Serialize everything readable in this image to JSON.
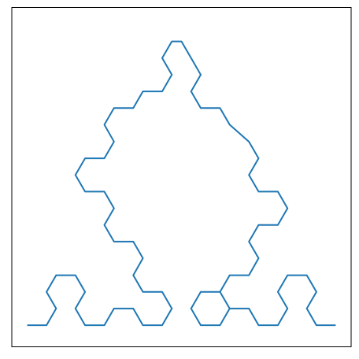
{
  "colors": {
    "line": "#1f77b4",
    "frame": "#000000",
    "background": "#ffffff"
  },
  "chart_data": {
    "type": "line",
    "title": "",
    "xlabel": "",
    "ylabel": "",
    "axes_visible": false,
    "grid": false,
    "legend": "none",
    "xlim": [
      -0.05,
      1.05
    ],
    "ylim": [
      -0.07,
      1.03
    ],
    "series": [
      {
        "x": [
          0.0,
          0.0625,
          0.09375,
          0.0625,
          0.09375,
          0.15625,
          0.1875,
          0.15625,
          0.1875,
          0.25,
          0.28125,
          0.34375,
          0.375,
          0.4375,
          0.46875,
          0.4375,
          0.375,
          0.34375,
          0.375,
          0.34375,
          0.28125,
          0.25,
          0.28125,
          0.25,
          0.1875,
          0.15625,
          0.1875,
          0.25,
          0.28125,
          0.25,
          0.28125,
          0.34375,
          0.375,
          0.4375,
          0.46875,
          0.4375,
          0.46875,
          0.5,
          0.53125,
          0.5625,
          0.53125,
          0.5625,
          0.625,
          0.65625,
          0.71875,
          0.75,
          0.71875,
          0.75,
          0.8125,
          0.84375,
          0.8125,
          0.75,
          0.71875,
          0.75,
          0.71875,
          0.65625,
          0.625,
          0.65625,
          0.625,
          0.5625,
          0.53125,
          0.5625,
          0.625,
          0.65625,
          0.71875,
          0.75,
          0.8125,
          0.84375,
          0.8125,
          0.84375,
          0.90625,
          0.9375,
          0.90625,
          0.9375,
          1.0
        ],
        "y": [
          0.0,
          0.0,
          0.054,
          0.108,
          0.162,
          0.162,
          0.108,
          0.054,
          0.0,
          0.0,
          0.054,
          0.054,
          0.0,
          0.0,
          0.054,
          0.108,
          0.108,
          0.162,
          0.217,
          0.271,
          0.271,
          0.325,
          0.379,
          0.433,
          0.433,
          0.487,
          0.541,
          0.541,
          0.595,
          0.65,
          0.704,
          0.704,
          0.758,
          0.758,
          0.812,
          0.866,
          0.92,
          0.92,
          0.866,
          0.812,
          0.758,
          0.704,
          0.704,
          0.65,
          0.595,
          0.541,
          0.487,
          0.433,
          0.433,
          0.379,
          0.325,
          0.325,
          0.271,
          0.217,
          0.162,
          0.162,
          0.108,
          0.054,
          0.0,
          0.0,
          0.054,
          0.108,
          0.108,
          0.054,
          0.054,
          0.0,
          0.0,
          0.054,
          0.108,
          0.162,
          0.162,
          0.108,
          0.054,
          0.0,
          0.0
        ]
      }
    ]
  }
}
